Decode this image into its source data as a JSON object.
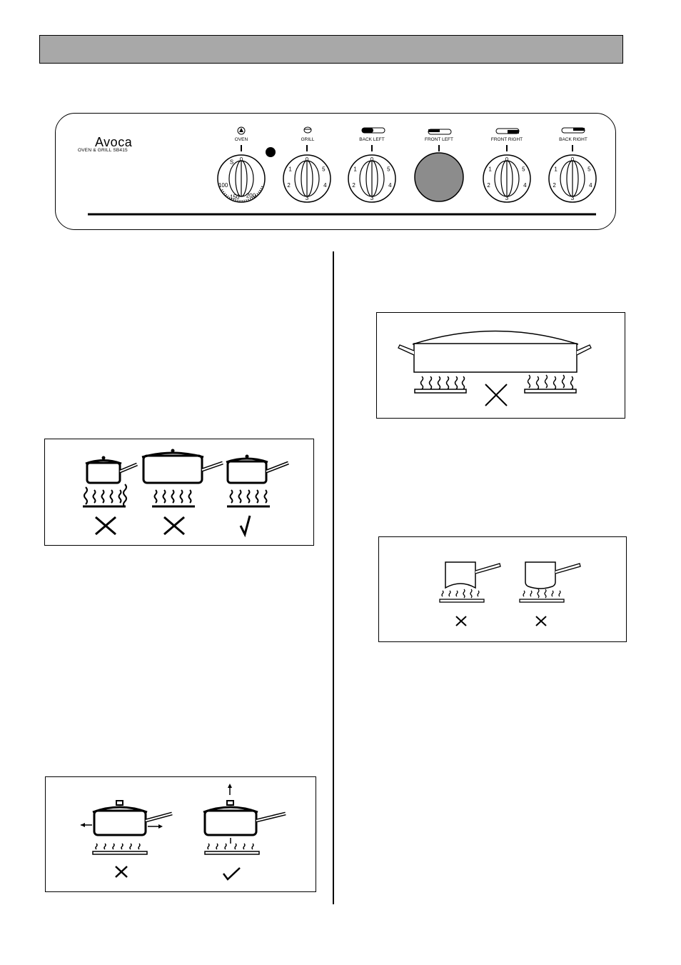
{
  "control_panel": {
    "brand": "Avoca",
    "model": "OVEN & GRILL  SB415",
    "knobs": [
      {
        "label": "OVEN",
        "icon": "oven-fan-icon"
      },
      {
        "label": "GRILL",
        "icon": "grill-icon"
      },
      {
        "label": "BACK LEFT",
        "icon": "hob-back-left-icon"
      },
      {
        "label": "FRONT LEFT",
        "icon": "hob-front-left-icon"
      },
      {
        "label": "FRONT RIGHT",
        "icon": "hob-front-right-icon"
      },
      {
        "label": "BACK RIGHT",
        "icon": "hob-back-right-icon"
      }
    ],
    "dial_digits": [
      "0",
      "1",
      "2",
      "3",
      "4",
      "5"
    ],
    "oven_dial_marks": [
      "0",
      "S",
      "100",
      "150",
      "200"
    ]
  },
  "colors": {
    "header_bar": "#a8a8a8",
    "front_left_hotplate": "#8c8c8c"
  }
}
